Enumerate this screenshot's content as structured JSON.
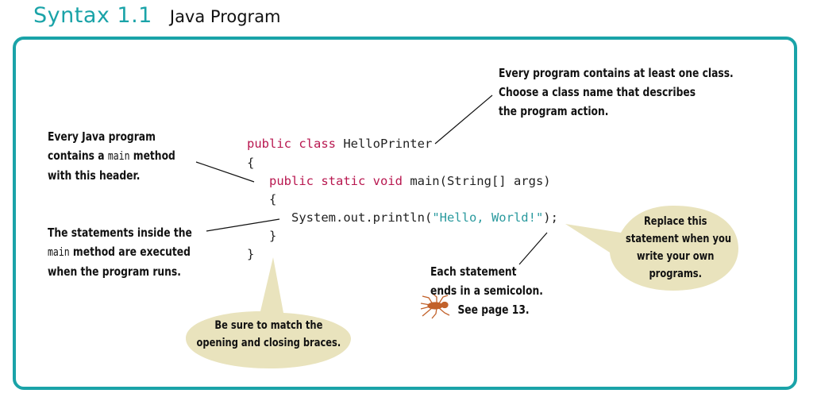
{
  "header": {
    "number": "Syntax 1.1",
    "title": "Java Program"
  },
  "code": {
    "l1_kw": "public class",
    "l1_rest": " HelloPrinter",
    "l2": "{",
    "l3_kw": "public static void",
    "l3_rest": " main(String[] args)",
    "l4": "{",
    "l5_a": "System.out.println(",
    "l5_str": "\"Hello, World!\"",
    "l5_b": ");",
    "l6": "}",
    "l7": "}"
  },
  "notes": {
    "class_1": "Every program contains at least one class.",
    "class_2": "Choose a class name that describes",
    "class_3": "the program action.",
    "main_1": "Every Java program",
    "main_2a": "contains a ",
    "main_2b": "main",
    "main_2c": " method",
    "main_3": "with this header.",
    "stmt_1": "The statements inside the",
    "stmt_2a": "main",
    "stmt_2b": " method are executed",
    "stmt_3": "when the program runs.",
    "semi_1": "Each statement",
    "semi_2": "ends in a semicolon.",
    "semi_3": "See page 13.",
    "braces_1": "Be sure to match the",
    "braces_2": "opening and closing braces.",
    "replace_1": "Replace this",
    "replace_2": "statement when you",
    "replace_3": "write your own",
    "replace_4": "programs."
  },
  "colors": {
    "accent": "#1aa3a8",
    "keyword": "#b8174f",
    "string": "#2a9a9e",
    "bubble": "#e9e3bd",
    "spider": "#c2612a"
  },
  "icons": {
    "spider": "spider-icon"
  }
}
